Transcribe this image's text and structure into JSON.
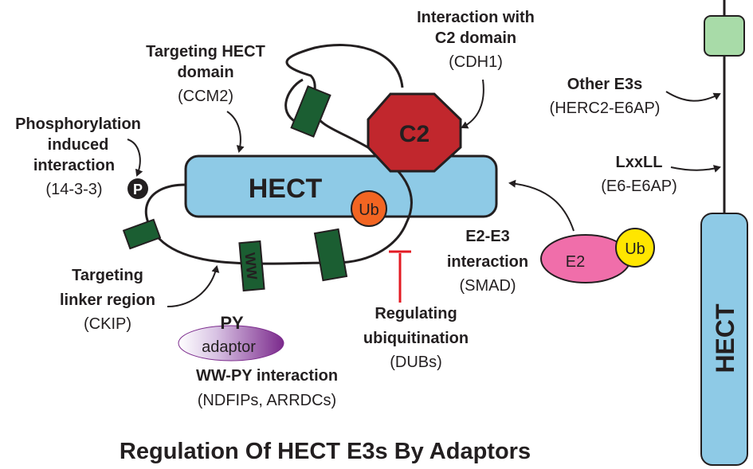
{
  "title": "Regulation Of HECT E3s By Adaptors",
  "domains": {
    "hect_main": "HECT",
    "hect_side": "HECT",
    "c2": "C2",
    "ub_on_hect": "Ub",
    "ub_on_e2": "Ub",
    "e2": "E2",
    "ww": "WW",
    "phospho": "P",
    "py_adaptor_line1": "PY",
    "py_adaptor_line2": "adaptor"
  },
  "annotations": {
    "c2_interaction": {
      "line1": "Interaction with",
      "line2": "C2 domain",
      "example": "(CDH1)"
    },
    "targeting_hect": {
      "line1": "Targeting HECT",
      "line2": "domain",
      "example": "(CCM2)"
    },
    "phosphorylation": {
      "line1": "Phosphorylation",
      "line2": "induced",
      "line3": "interaction",
      "example": "(14-3-3)"
    },
    "other_e3s": {
      "line1": "Other E3s",
      "example": "(HERC2-E6AP)"
    },
    "lxxll": {
      "line1": "LxxLL",
      "example": "(E6-E6AP)"
    },
    "e2_e3": {
      "line1": "E2-E3",
      "line2": "interaction",
      "example": "(SMAD)"
    },
    "linker": {
      "line1": "Targeting",
      "line2": "linker region",
      "example": "(CKIP)"
    },
    "ubiquitination": {
      "line1": "Regulating",
      "line2": "ubiquitination",
      "example": "(DUBs)"
    },
    "ww_py": {
      "line1": "WW-PY interaction",
      "example": "(NDFIPs, ARRDCs)"
    }
  },
  "colors": {
    "hect": "#8ecae6",
    "c2": "#c1272d",
    "green_box": "#1b5e32",
    "ub_hect": "#f26522",
    "ub_e2": "#ffe600",
    "e2": "#f06eaa",
    "side_green": "#a8dba8",
    "inhibit": "#e31b23",
    "py_adaptor": "#7b2a8c"
  }
}
